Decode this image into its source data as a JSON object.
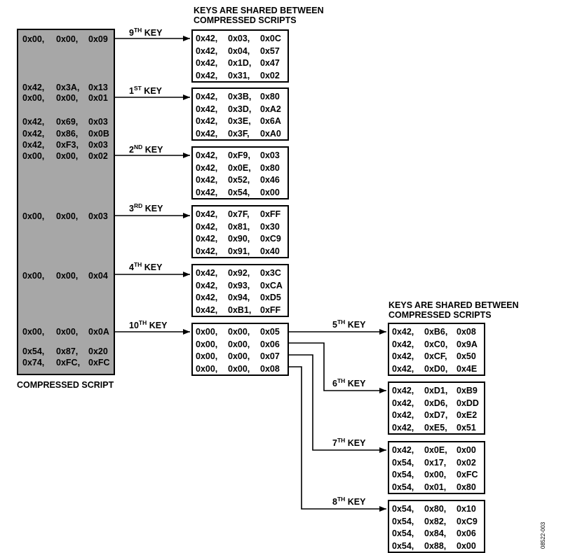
{
  "headings": {
    "top_line1": "KEYS ARE SHARED BETWEEN",
    "top_line2": "COMPRESSED SCRIPTS",
    "right_line1": "KEYS ARE SHARED BETWEEN",
    "right_line2": "COMPRESSED SCRIPTS"
  },
  "compressed_script": {
    "caption": "COMPRESSED SCRIPT",
    "rows": [
      [
        "0x00,",
        "0x00,",
        "0x09"
      ],
      [
        "0x42,",
        "0x3A,",
        "0x13"
      ],
      [
        "0x00,",
        "0x00,",
        "0x01"
      ],
      [
        "0x42,",
        "0x69,",
        "0x03"
      ],
      [
        "0x42,",
        "0x86,",
        "0x0B"
      ],
      [
        "0x42,",
        "0xF3,",
        "0x03"
      ],
      [
        "0x00,",
        "0x00,",
        "0x02"
      ],
      [
        "0x00,",
        "0x00,",
        "0x03"
      ],
      [
        "0x00,",
        "0x00,",
        "0x04"
      ],
      [
        "0x00,",
        "0x00,",
        "0x0A"
      ],
      [
        "0x54,",
        "0x87,",
        "0x20"
      ],
      [
        "0x74,",
        "0xFC,",
        "0xFC"
      ]
    ]
  },
  "keys": [
    {
      "label_num": "9",
      "label_sup": "TH",
      "label_text": " KEY",
      "lines": [
        [
          "0x42,",
          "0x03,",
          "0x0C"
        ],
        [
          "0x42,",
          "0x04,",
          "0x57"
        ],
        [
          "0x42,",
          "0x1D,",
          "0x47"
        ],
        [
          "0x42,",
          "0x31,",
          "0x02"
        ]
      ]
    },
    {
      "label_num": "1",
      "label_sup": "ST",
      "label_text": " KEY",
      "lines": [
        [
          "0x42,",
          "0x3B,",
          "0x80"
        ],
        [
          "0x42,",
          "0x3D,",
          "0xA2"
        ],
        [
          "0x42,",
          "0x3E,",
          "0x6A"
        ],
        [
          "0x42,",
          "0x3F,",
          "0xA0"
        ]
      ]
    },
    {
      "label_num": "2",
      "label_sup": "ND",
      "label_text": " KEY",
      "lines": [
        [
          "0x42,",
          "0xF9,",
          "0x03"
        ],
        [
          "0x42,",
          "0x0E,",
          "0x80"
        ],
        [
          "0x42,",
          "0x52,",
          "0x46"
        ],
        [
          "0x42,",
          "0x54,",
          "0x00"
        ]
      ]
    },
    {
      "label_num": "3",
      "label_sup": "RD",
      "label_text": " KEY",
      "lines": [
        [
          "0x42,",
          "0x7F,",
          "0xFF"
        ],
        [
          "0x42,",
          "0x81,",
          "0x30"
        ],
        [
          "0x42,",
          "0x90,",
          "0xC9"
        ],
        [
          "0x42,",
          "0x91,",
          "0x40"
        ]
      ]
    },
    {
      "label_num": "4",
      "label_sup": "TH",
      "label_text": " KEY",
      "lines": [
        [
          "0x42,",
          "0x92,",
          "0x3C"
        ],
        [
          "0x42,",
          "0x93,",
          "0xCA"
        ],
        [
          "0x42,",
          "0x94,",
          "0xD5"
        ],
        [
          "0x42,",
          "0xB1,",
          "0xFF"
        ]
      ]
    },
    {
      "label_num": "10",
      "label_sup": "TH",
      "label_text": " KEY",
      "lines": [
        [
          "0x00,",
          "0x00,",
          "0x05"
        ],
        [
          "0x00,",
          "0x00,",
          "0x06"
        ],
        [
          "0x00,",
          "0x00,",
          "0x07"
        ],
        [
          "0x00,",
          "0x00,",
          "0x08"
        ]
      ]
    },
    {
      "label_num": "5",
      "label_sup": "TH",
      "label_text": " KEY",
      "lines": [
        [
          "0x42,",
          "0xB6,",
          "0x08"
        ],
        [
          "0x42,",
          "0xC0,",
          "0x9A"
        ],
        [
          "0x42,",
          "0xCF,",
          "0x50"
        ],
        [
          "0x42,",
          "0xD0,",
          "0x4E"
        ]
      ]
    },
    {
      "label_num": "6",
      "label_sup": "TH",
      "label_text": " KEY",
      "lines": [
        [
          "0x42,",
          "0xD1,",
          "0xB9"
        ],
        [
          "0x42,",
          "0xD6,",
          "0xDD"
        ],
        [
          "0x42,",
          "0xD7,",
          "0xE2"
        ],
        [
          "0x42,",
          "0xE5,",
          "0x51"
        ]
      ]
    },
    {
      "label_num": "7",
      "label_sup": "TH",
      "label_text": " KEY",
      "lines": [
        [
          "0x42,",
          "0x0E,",
          "0x00"
        ],
        [
          "0x54,",
          "0x17,",
          "0x02"
        ],
        [
          "0x54,",
          "0x00,",
          "0xFC"
        ],
        [
          "0x54,",
          "0x01,",
          "0x80"
        ]
      ]
    },
    {
      "label_num": "8",
      "label_sup": "TH",
      "label_text": " KEY",
      "lines": [
        [
          "0x54,",
          "0x80,",
          "0x10"
        ],
        [
          "0x54,",
          "0x82,",
          "0xC9"
        ],
        [
          "0x54,",
          "0x84,",
          "0x06"
        ],
        [
          "0x54,",
          "0x88,",
          "0x00"
        ]
      ]
    }
  ],
  "figure_id": "08522-003"
}
